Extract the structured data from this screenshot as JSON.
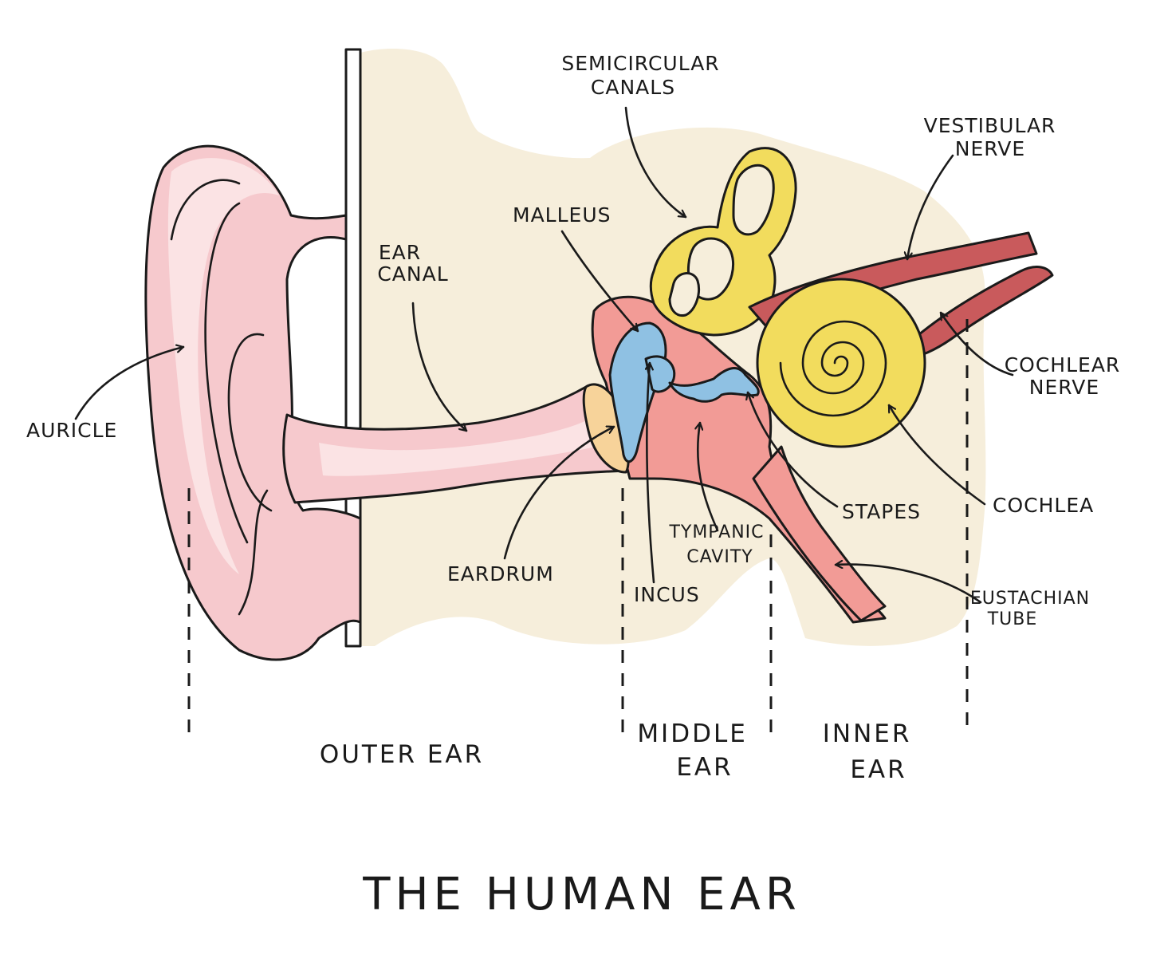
{
  "title": "THE HUMAN EAR",
  "colors": {
    "background_blob": "#f6eedb",
    "skin": "#f6c9cd",
    "skin_light": "#fbe3e4",
    "middle_ear": "#f29b96",
    "ossicles": "#8fc1e3",
    "inner_ear": "#f2dc5d",
    "nerve": "#c95a5c",
    "eardrum": "#f7d39a",
    "ink": "#1a1a1a"
  },
  "labels": {
    "auricle": "AURICLE",
    "ear_canal": [
      "EAR",
      "CANAL"
    ],
    "malleus": "MALLEUS",
    "semicircular_canals": [
      "SEMICIRCULAR",
      "CANALS"
    ],
    "vestibular_nerve": [
      "VESTIBULAR",
      "NERVE"
    ],
    "cochlear_nerve": [
      "COCHLEAR",
      "NERVE"
    ],
    "cochlea": "COCHLEA",
    "stapes": "STAPES",
    "tympanic_cavity": [
      "TYMPANIC",
      "CAVITY"
    ],
    "eustachian_tube": [
      "EUSTACHIAN",
      "TUBE"
    ],
    "eardrum": "EARDRUM",
    "incus": "INCUS"
  },
  "regions": {
    "outer_ear": "OUTER EAR",
    "middle_ear": [
      "MIDDLE",
      "EAR"
    ],
    "inner_ear": [
      "INNER",
      "EAR"
    ]
  }
}
